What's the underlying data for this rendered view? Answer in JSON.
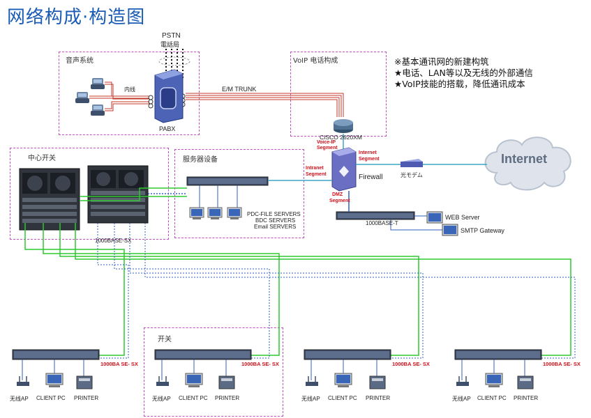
{
  "title": "网络构成·构造图",
  "notes": [
    "※基本通讯网的新建构筑",
    "★电话、LAN等以及无线的外部通信",
    "★VoIP技能的搭载，降低通讯成本"
  ],
  "boxes": {
    "audio": "音声系统",
    "voip": "VoIP 电话构成",
    "core": "中心开关",
    "server": "服务器设备",
    "switch": "开关"
  },
  "labels": {
    "pstn": "PSTN",
    "pstn_sub": "電話局",
    "naisen": "内线",
    "em_trunk": "E/M TRUNK",
    "pabx": "PABX",
    "cisco": "CISCO 2620XM",
    "voice_ip": "Voice-IP",
    "voice_seg": "Segment",
    "internet_seg1": "Internet",
    "internet_seg2": "Segment",
    "intranet_seg1": "Intranet",
    "intranet_seg2": "Segment",
    "dmz1": "DMZ",
    "dmz2": "Segment",
    "firewall": "Firewall",
    "modem": "光モデム",
    "internet": "Internet",
    "servers1": "PDC-FILE SERVERS",
    "servers2": "BDC SERVERS",
    "servers3": "Email SERVERS",
    "base_t": "1000BASE-T",
    "web": "WEB Server",
    "smtp": "SMTP Gateway",
    "base_sx": "1000BASE-SX",
    "sx_short": "1000BA SE- SX",
    "ap": "无线AP",
    "client": "CLIENT PC",
    "printer": "PRINTER"
  },
  "colors": {
    "title": "#1a5bb5",
    "box_border": "#c24fc2",
    "trunk": "#c0392b",
    "green_link": "#2ec82e",
    "blue_link": "#2f5fbf",
    "lan_link": "#3da6c7",
    "firewall": "#6a6fc4"
  }
}
